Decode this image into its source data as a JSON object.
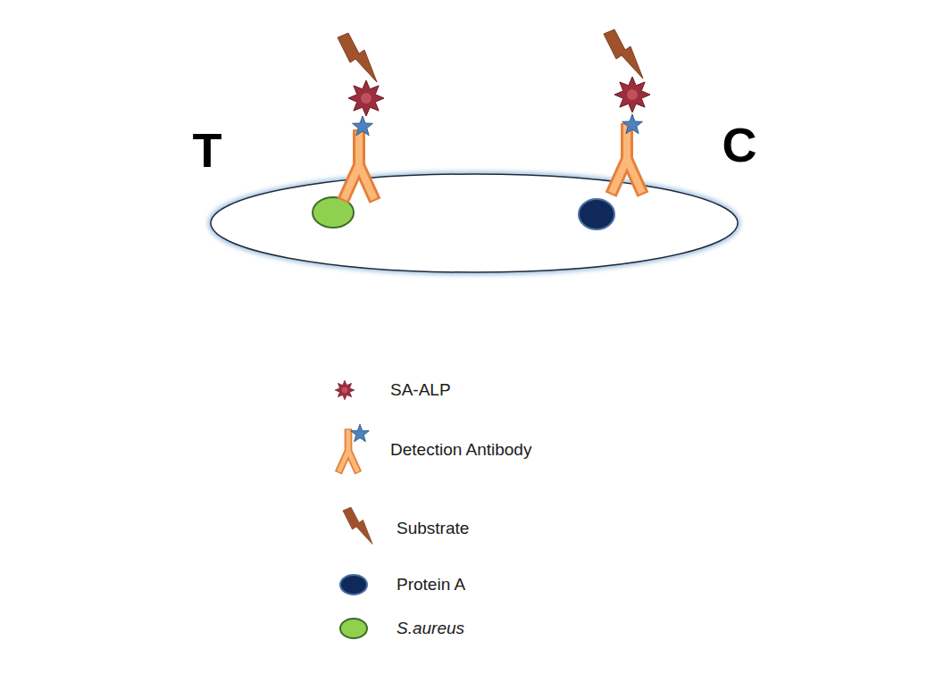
{
  "diagram": {
    "labels": [
      "T",
      "C"
    ],
    "legend": [
      {
        "text": "SA-ALP"
      },
      {
        "text": "Detection Antibody"
      },
      {
        "text": "Substrate"
      },
      {
        "text": "Protein A"
      },
      {
        "text": "S.aureus"
      }
    ]
  }
}
